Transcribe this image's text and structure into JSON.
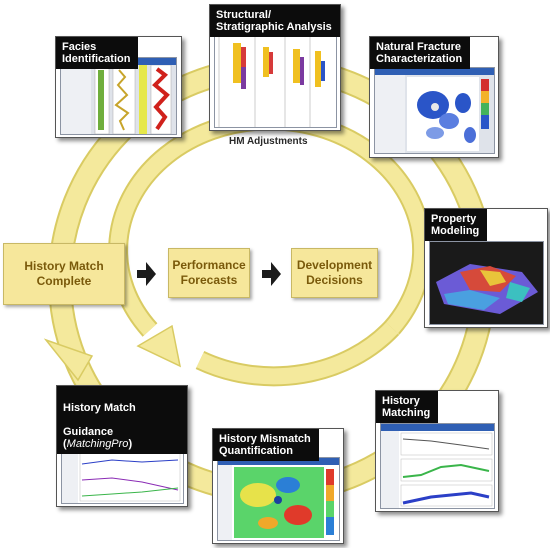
{
  "cycle": {
    "inner_label": "HM Adjustments",
    "colors": {
      "ring": "#f2e79a",
      "ring_edge": "#d8c85a",
      "box": "#f6e79b",
      "box_text": "#7a5a0b"
    }
  },
  "flow": {
    "history_match_complete": "History Match\nComplete",
    "performance_forecasts": "Performance\nForecasts",
    "development_decisions": "Development\nDecisions"
  },
  "cards": {
    "facies": {
      "title": "Facies\nIdentification"
    },
    "structural": {
      "title": "Structural/\nStratigraphic Analysis"
    },
    "fracture": {
      "title": "Natural Fracture\nCharacterization"
    },
    "property": {
      "title": "Property\nModeling"
    },
    "history_matching": {
      "title": "History\nMatching"
    },
    "mismatch": {
      "title": "History Mismatch\nQuantification"
    },
    "guidance": {
      "title_line1": "History Match",
      "title_line2_prefix": "Guidance (",
      "title_line2_italic": "MatchingPro",
      "title_line2_suffix": ")"
    }
  }
}
